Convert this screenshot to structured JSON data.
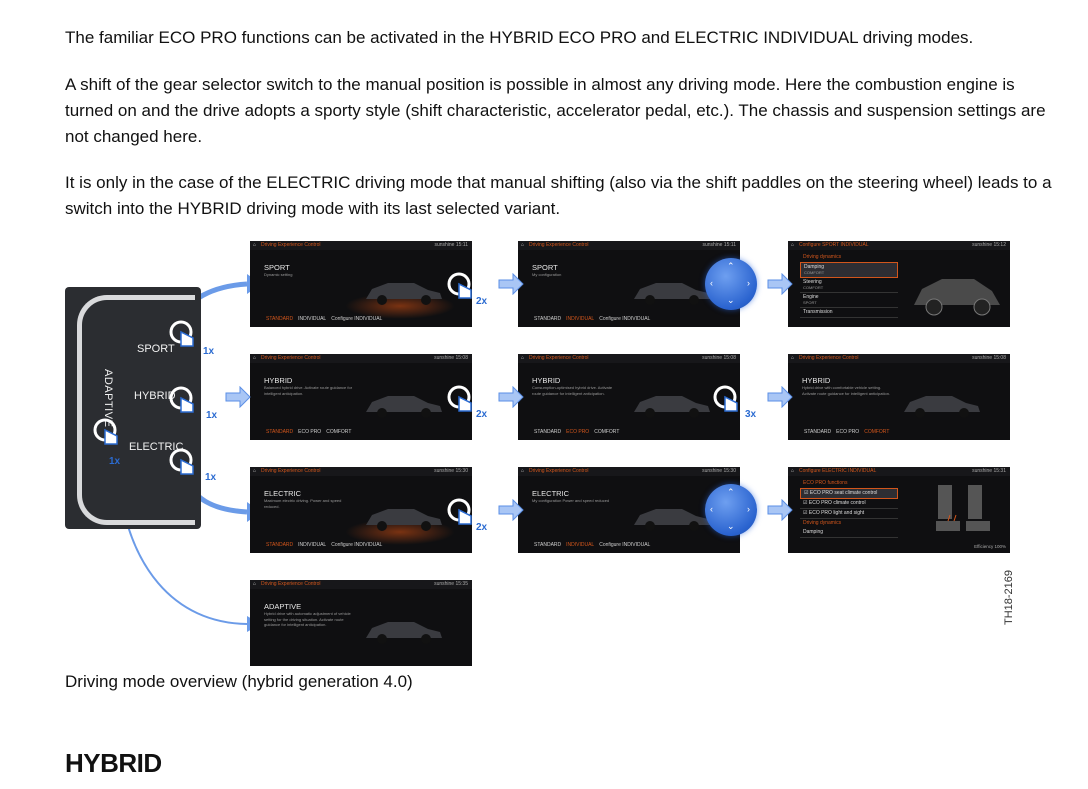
{
  "paragraphs": [
    "The familiar ECO PRO functions can be activated in the HYBRID ECO PRO and ELECTRIC INDIVIDUAL driving modes.",
    "A shift of the gear selector switch to the manual position is possible in almost any driving mode. Here the combustion engine is turned on and the drive adopts a sporty style (shift characteristic, accelerator pedal, etc.). The chassis and suspension settings are not changed here.",
    "It is only in the case of the ELECTRIC driving mode that manual shifting (also via the shift paddles on the steering wheel) leads to a switch into the HYBRID driving mode with its last selected variant."
  ],
  "figure": {
    "switch": {
      "adaptive": "ADAPTIVE",
      "sport": "SPORT",
      "hybrid": "HYBRID",
      "electric": "ELECTRIC"
    },
    "press_counts": {
      "once": "1x",
      "twice": "2x",
      "thrice": "3x"
    },
    "screens": {
      "sport1": {
        "app": "Driving Experience Control",
        "status": "sunshine  15:11",
        "title": "SPORT",
        "desc": "Dynamic setting",
        "tabs": [
          "STANDARD",
          "INDIVIDUAL",
          "Configure INDIVIDUAL"
        ]
      },
      "sport2": {
        "app": "Driving Experience Control",
        "status": "sunshine  15:11",
        "title": "SPORT",
        "desc": "My configuration",
        "tabs": [
          "STANDARD",
          "INDIVIDUAL",
          "Configure INDIVIDUAL"
        ]
      },
      "sport3": {
        "app": "Configure SPORT INDIVIDUAL",
        "status": "sunshine  15:12",
        "section": "Driving dynamics",
        "items": [
          {
            "label": "Damping",
            "value": "COMFORT"
          },
          {
            "label": "Steering",
            "value": "COMFORT"
          },
          {
            "label": "Engine",
            "value": "SPORT"
          },
          {
            "label": "Transmission",
            "value": ""
          }
        ]
      },
      "hybrid1": {
        "app": "Driving Experience Control",
        "status": "sunshine  15:08",
        "title": "HYBRID",
        "desc": "Balanced hybrid drive. Activate route guidance for intelligent anticipation.",
        "tabs": [
          "STANDARD",
          "ECO PRO",
          "COMFORT"
        ]
      },
      "hybrid2": {
        "app": "Driving Experience Control",
        "status": "sunshine  15:08",
        "title": "HYBRID",
        "desc": "Consumption-optimised hybrid drive. Activate route guidance for intelligent anticipation.",
        "tabs": [
          "STANDARD",
          "ECO PRO",
          "COMFORT"
        ]
      },
      "hybrid3": {
        "app": "Driving Experience Control",
        "status": "sunshine  15:08",
        "title": "HYBRID",
        "desc": "Hybrid drive with comfortable vehicle setting. Activate route guidance for intelligent anticipation.",
        "tabs": [
          "STANDARD",
          "ECO PRO",
          "COMFORT"
        ]
      },
      "electric1": {
        "app": "Driving Experience Control",
        "status": "sunshine  15:30",
        "title": "ELECTRIC",
        "desc": "Maximum electric driving. Power and speed reduced.",
        "tabs": [
          "STANDARD",
          "INDIVIDUAL",
          "Configure INDIVIDUAL"
        ]
      },
      "electric2": {
        "app": "Driving Experience Control",
        "status": "sunshine  15:30",
        "title": "ELECTRIC",
        "desc": "My configuration Power and speed reduced",
        "tabs": [
          "STANDARD",
          "INDIVIDUAL",
          "Configure INDIVIDUAL"
        ]
      },
      "electric3": {
        "app": "Configure ELECTRIC INDIVIDUAL",
        "status": "sunshine  15:31",
        "section": "ECO PRO functions",
        "items": [
          {
            "label": "ECO PRO seat climate control",
            "value": ""
          },
          {
            "label": "ECO PRO climate control",
            "value": ""
          },
          {
            "label": "ECO PRO light and sight",
            "value": ""
          }
        ],
        "section2": "Driving dynamics",
        "extra": "Damping",
        "efficiency": "Efficiency 100%"
      },
      "adaptive": {
        "app": "Driving Experience Control",
        "status": "sunshine  15:35",
        "title": "ADAPTIVE",
        "desc": "Hybrid drive with automatic adjustment of vehicle setting for the driving situation. Activate route guidance for intelligent anticipation."
      }
    },
    "code": "TH18-2169"
  },
  "caption": "Driving mode overview (hybrid generation 4.0)",
  "heading": "HYBRID",
  "colors": {
    "accent": "#d2561c",
    "blue": "#2b6bd1",
    "screen_bg": "#0f0f11"
  }
}
